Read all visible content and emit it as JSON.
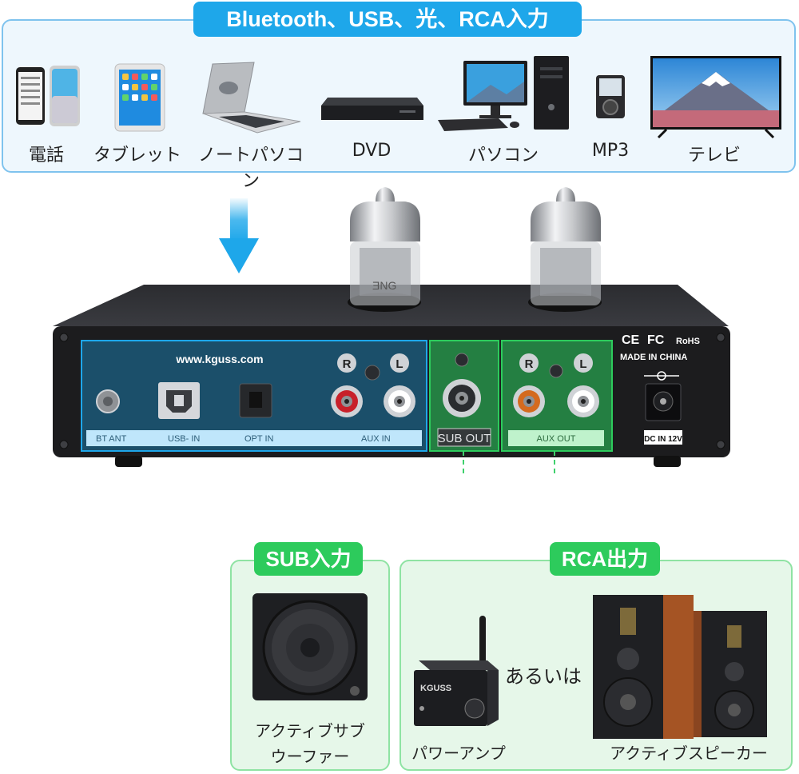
{
  "banner": {
    "title": "Bluetooth、USB、光、RCA入力"
  },
  "devices": [
    {
      "label": "電話",
      "icon": "smartphone-icon"
    },
    {
      "label": "タブレット",
      "icon": "tablet-icon"
    },
    {
      "label": "ノートパソコン",
      "icon": "laptop-icon"
    },
    {
      "label": "DVD",
      "icon": "dvd-player-icon"
    },
    {
      "label": "パソコン",
      "icon": "desktop-pc-icon"
    },
    {
      "label": "MP3",
      "icon": "mp3-player-icon"
    },
    {
      "label": "テレビ",
      "icon": "tv-icon"
    }
  ],
  "amp": {
    "website": "www.kguss.com",
    "left_ports": {
      "bt": "BT ANT",
      "usb": "USB- IN",
      "opt": "OPT IN",
      "aux": "AUX IN"
    },
    "rl": {
      "r": "R",
      "l": "L"
    },
    "sub_out": "SUB OUT",
    "aux_out": "AUX OUT",
    "made_in": "MADE IN CHINA",
    "ce": "CE",
    "fc": "FC",
    "rohs": "RoHS",
    "dc_in": "DC IN 12V",
    "tube_mark": "ƎNG"
  },
  "outputs": {
    "sub_badge": "SUB入力",
    "rca_badge": "RCA出力",
    "subwoofer_label_line1": "アクティブサブ",
    "subwoofer_label_line2": "ウーファー",
    "poweramp_label": "パワーアンプ",
    "or_text": "あるいは",
    "speaker_label": "アクティブスピーカー",
    "poweramp_brand": "KGUSS"
  },
  "colors": {
    "blue_accent": "#1ea7ea",
    "green_accent": "#2dcb5c",
    "input_highlight": "#1b8fc8",
    "output_highlight": "#2bd160",
    "amp_body": "#1c1c1e"
  }
}
